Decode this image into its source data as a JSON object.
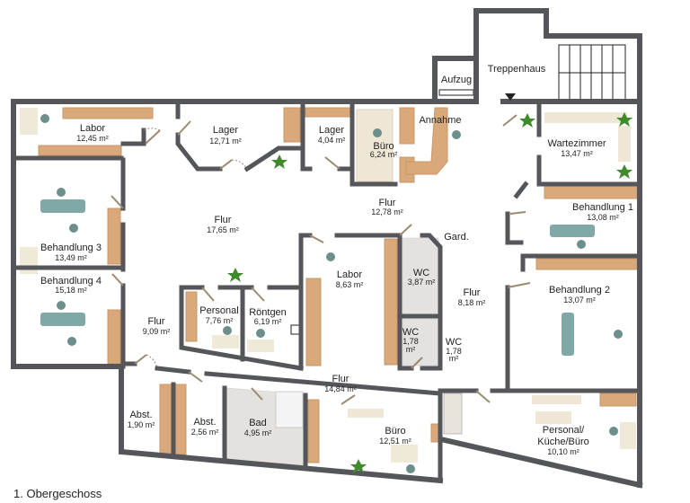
{
  "caption": "1. Obergeschoss",
  "colors": {
    "wall": "#54565a",
    "furniture": "#d9a97c",
    "plant": "#3f8a2a",
    "tile": "#e4e2df"
  },
  "rooms": {
    "treppenhaus": {
      "name": "Treppenhaus"
    },
    "aufzug": {
      "name": "Aufzug"
    },
    "labor1": {
      "name": "Labor",
      "area": "12,45 m²"
    },
    "lager1": {
      "name": "Lager",
      "area": "12,71 m²"
    },
    "lager2": {
      "name": "Lager",
      "area": "4,04 m²"
    },
    "buero1": {
      "name": "Büro",
      "area": "6,24 m²"
    },
    "annahme": {
      "name": "Annahme"
    },
    "wartezimmer": {
      "name": "Wartezimmer",
      "area": "13,47 m²"
    },
    "flur1": {
      "name": "Flur",
      "area": "17,65 m²"
    },
    "flur2": {
      "name": "Flur",
      "area": "12,78 m²"
    },
    "behandlung1": {
      "name": "Behandlung 1",
      "area": "13,08 m²"
    },
    "behandlung2": {
      "name": "Behandlung 2",
      "area": "13,07 m²"
    },
    "behandlung3": {
      "name": "Behandlung 3",
      "area": "13,49 m²"
    },
    "behandlung4": {
      "name": "Behandlung 4",
      "area": "15,18 m²"
    },
    "gard": {
      "name": "Gard."
    },
    "wc1": {
      "name": "WC",
      "area": "3,87 m²"
    },
    "wc2": {
      "name": "WC",
      "area_num": "1,78",
      "area_unit": "m²"
    },
    "wc3": {
      "name": "WC",
      "area_num": "1,78",
      "area_unit": "m²"
    },
    "labor2": {
      "name": "Labor",
      "area": "8,63 m²"
    },
    "flur3": {
      "name": "Flur",
      "area": "8,18 m²"
    },
    "personal": {
      "name": "Personal",
      "area": "7,76 m²"
    },
    "roentgen": {
      "name": "Röntgen",
      "area": "6,19 m²"
    },
    "flur4": {
      "name": "Flur",
      "area": "9,09 m²"
    },
    "flur5": {
      "name": "Flur",
      "area": "14,84 m²"
    },
    "abst1": {
      "name": "Abst.",
      "area": "1,90 m²"
    },
    "abst2": {
      "name": "Abst.",
      "area": "2,56 m²"
    },
    "bad": {
      "name": "Bad",
      "area": "4,95 m²"
    },
    "buero2": {
      "name": "Büro",
      "area": "12,51 m²"
    },
    "kueche": {
      "name1": "Personal/",
      "name2": "Küche/Büro",
      "area": "10,10 m²"
    }
  },
  "icons": {
    "entrance": "triangle-down-arrow",
    "plant": "plant-star",
    "chair": "chair",
    "treatment-chair": "dental-chair"
  }
}
